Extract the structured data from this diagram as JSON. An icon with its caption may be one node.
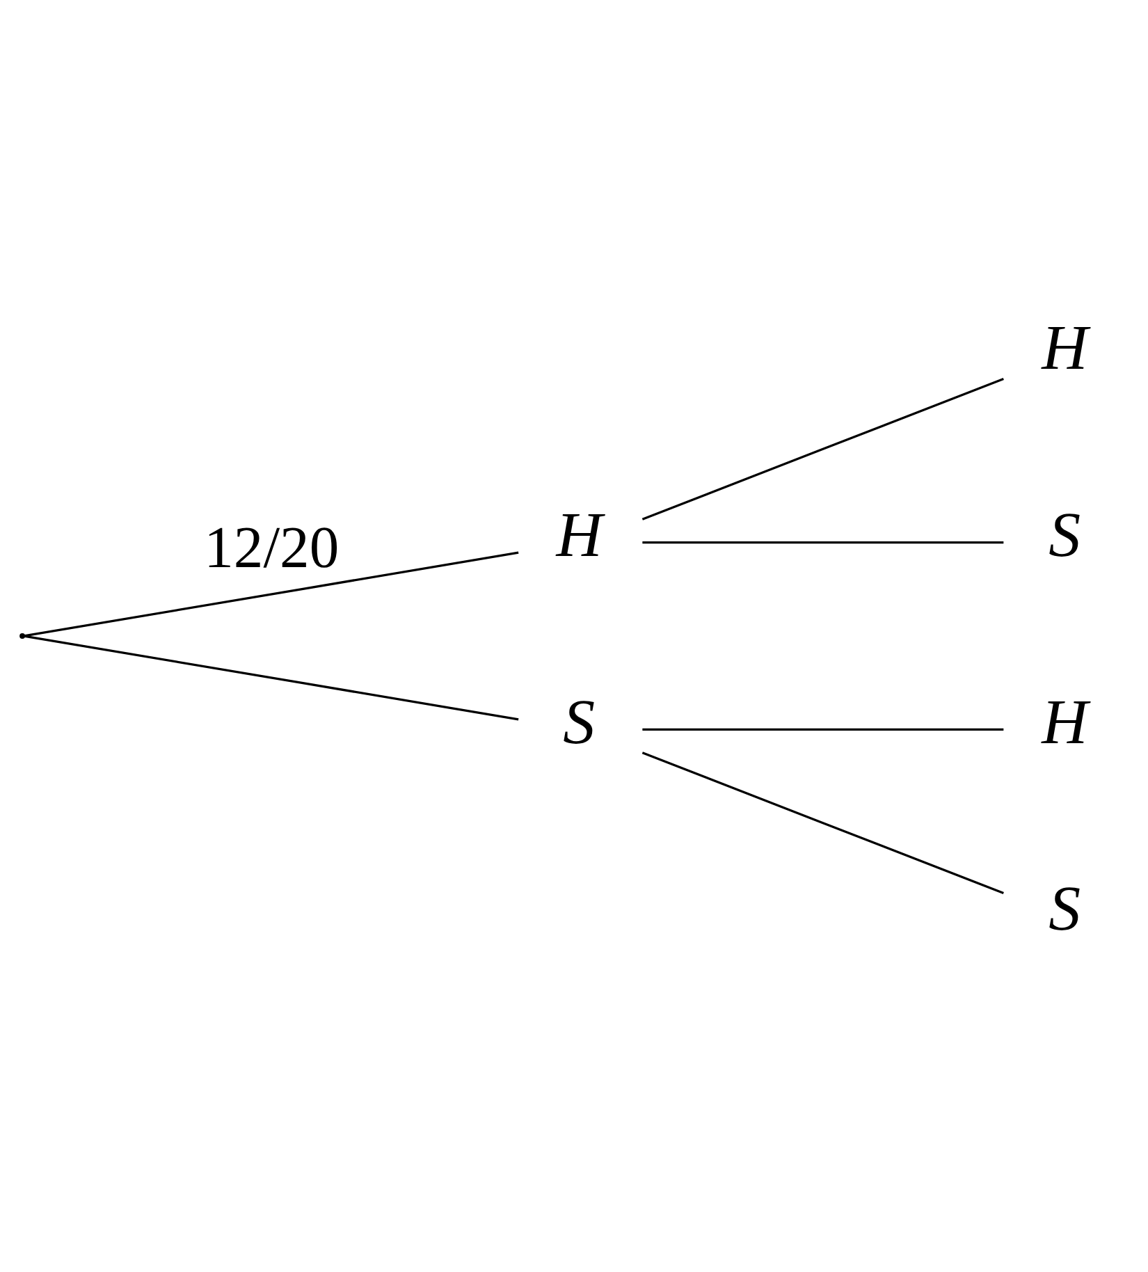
{
  "diagram": {
    "nodes": [
      {
        "text": [],
        "shape": "point"
      },
      {
        "text": [
          "H"
        ]
      },
      {
        "text": [
          "S"
        ]
      },
      {
        "text": [
          "H"
        ]
      },
      {
        "text": [
          "S"
        ]
      },
      {
        "text": [
          "H"
        ]
      },
      {
        "text": [
          "S"
        ]
      }
    ],
    "edges": [
      {
        "from": 0,
        "to": 1,
        "arrow": "none",
        "label": "12/20"
      },
      {
        "from": 0,
        "to": 2,
        "arrow": "none"
      },
      {
        "from": 1,
        "to": 3,
        "arrow": "none"
      },
      {
        "from": 1,
        "to": 4,
        "arrow": "none"
      },
      {
        "from": 2,
        "to": 5,
        "arrow": "none"
      },
      {
        "from": 2,
        "to": 6,
        "arrow": "none"
      }
    ]
  }
}
